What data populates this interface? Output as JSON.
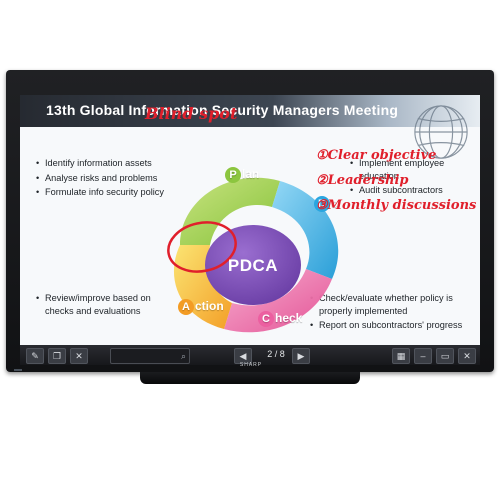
{
  "slide": {
    "title": "13th Global Information Security Managers Meeting",
    "bullets_top_left": [
      "Identify information assets",
      "Analyse risks and problems",
      "Formulate info security policy"
    ],
    "bullets_top_right": [
      "Implement employee education",
      "Audit subcontractors"
    ],
    "bullets_bottom_left": [
      "Review/improve based on checks and evaluations"
    ],
    "bullets_bottom_right": [
      "Check/evaluate whether policy is properly implemented",
      "Report on subcontractors' progress"
    ],
    "diagram": {
      "center_label": "PDCA",
      "stages": [
        {
          "initial": "P",
          "rest": "lan",
          "color": "#8cc63f"
        },
        {
          "initial": "D",
          "rest": "o",
          "color": "#2aa6e0"
        },
        {
          "initial": "C",
          "rest": "heck",
          "color": "#ec5fa0"
        },
        {
          "initial": "A",
          "rest": "ction",
          "color": "#f39c24"
        }
      ]
    },
    "annotations": {
      "blind_spot": "Blind spot",
      "items": [
        "①Clear objective",
        "②Leadership",
        "③Monthly discussions"
      ],
      "color": "#e01f2b"
    }
  },
  "taskbar": {
    "search_icon": "search-icon",
    "page_indicator": "2 / 8",
    "buttons_left": [
      "pen-icon",
      "copy-icon",
      "tools-icon"
    ],
    "buttons_right": [
      "layout-icon",
      "minimize-icon",
      "window-icon",
      "close-icon"
    ]
  },
  "device": {
    "brand": "SHARP"
  }
}
